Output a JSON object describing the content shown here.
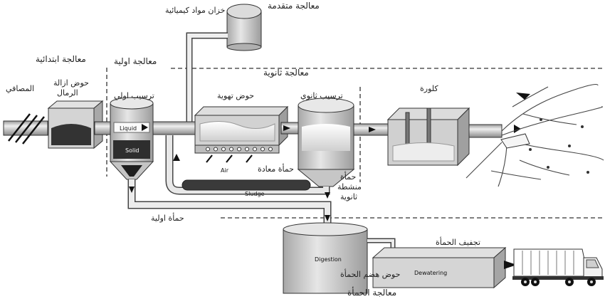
{
  "sections": {
    "preliminary": "معالجة ابتدائية",
    "primary": "معالجة اولية",
    "secondary": "معالجة ثانوية",
    "advanced": "معالجة متقدمة",
    "sludge": "معالجة الحمأة"
  },
  "units": {
    "screens": "المصافي",
    "grit_chamber": [
      "حوض ازالة",
      "الرمال"
    ],
    "primary_sedimentation": "ترسيب اولي",
    "aeration_tank": "حوض تهوية",
    "secondary_sedimentation": "ترسيب ثانوي",
    "chlorination": "كلورة",
    "chemical_tank": "خزان مواد كيميائية",
    "digester": "حوض هضم الحمأة",
    "drying": "تجفيف الحمأة"
  },
  "flows": {
    "returned_sludge": "حمأة معادة",
    "secondary_activated_sludge": [
      "حمأة",
      "منشطة",
      "ثانوية"
    ],
    "primary_sludge": "حمأة اولية"
  },
  "english_labels": {
    "liquid": "Liquid",
    "solid": "Solid",
    "air": "Air",
    "sludge": "Sludge",
    "digestion": "Digestion",
    "dewatering": "Dewatering"
  }
}
